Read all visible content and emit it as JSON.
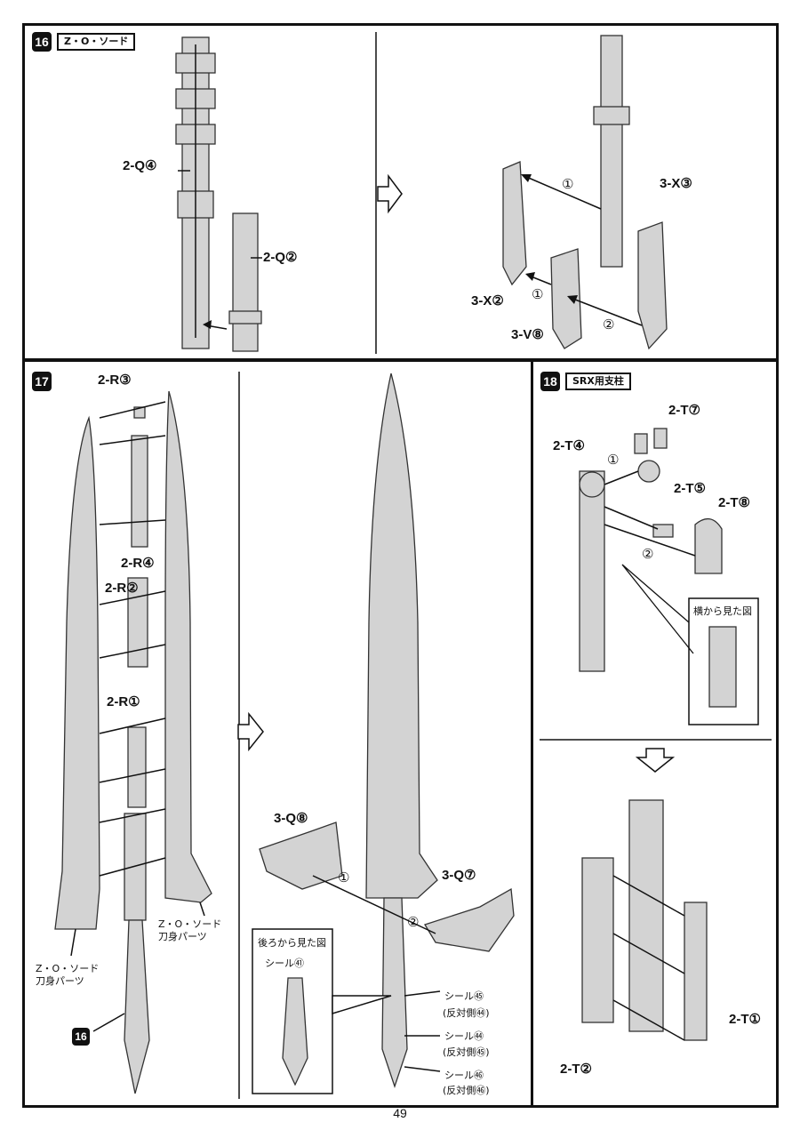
{
  "page_number": "49",
  "steps": [
    {
      "number": "16",
      "title": "Z・O・ソード",
      "labels": [
        "2-Q④",
        "2-Q②",
        "3-X③",
        "3-X②",
        "3-V⑧"
      ],
      "order_marks": [
        "①",
        "①",
        "②"
      ]
    },
    {
      "number": "17",
      "labels": [
        "2-R③",
        "2-R④",
        "2-R②",
        "2-R①",
        "3-Q⑧",
        "3-Q⑦"
      ],
      "blade_left": "Z・O・ソード\n刀身パーツ",
      "blade_right": "Z・O・ソード\n刀身パーツ",
      "ref_step": "16",
      "rear_view": {
        "title": "後ろから見た図",
        "sticker": "シール㊶"
      },
      "stickers": [
        {
          "label": "シール㊺",
          "opposite": "(反対側㊹)"
        },
        {
          "label": "シール㊹",
          "opposite": "(反対側㊺)"
        },
        {
          "label": "シール㊻",
          "opposite": "(反対側㊻)"
        }
      ],
      "order_marks": [
        "①",
        "②"
      ]
    },
    {
      "number": "18",
      "title": "SRX用支柱",
      "labels": [
        "2-T⑦",
        "2-T④",
        "2-T⑤",
        "2-T⑧",
        "2-T①",
        "2-T②"
      ],
      "side_view": "横から見た図",
      "order_marks": [
        "①",
        "②"
      ]
    }
  ]
}
